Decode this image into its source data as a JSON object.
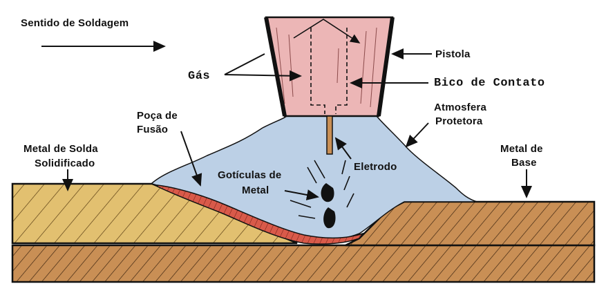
{
  "labels": {
    "direction": "Sentido de Soldagem",
    "gas": "Gás",
    "gun": "Pistola",
    "contact_tip": "Bico de Contato",
    "shield_1": "Atmosfera",
    "shield_2": "Protetora",
    "pool_1": "Poça de",
    "pool_2": "Fusão",
    "weld_1": "Metal de Solda",
    "weld_2": "Solidificado",
    "droplets_1": "Gotículas de",
    "droplets_2": "Metal",
    "electrode": "Eletrodo",
    "base_1": "Metal de",
    "base_2": "Base"
  },
  "colors": {
    "weld_metal": "#e2c070",
    "base_metal": "#c98f55",
    "shielding_gas": "#bcd0e6",
    "nozzle": "#ecb6b6",
    "weld_pool": "#d95a4a",
    "outline": "#111111"
  }
}
